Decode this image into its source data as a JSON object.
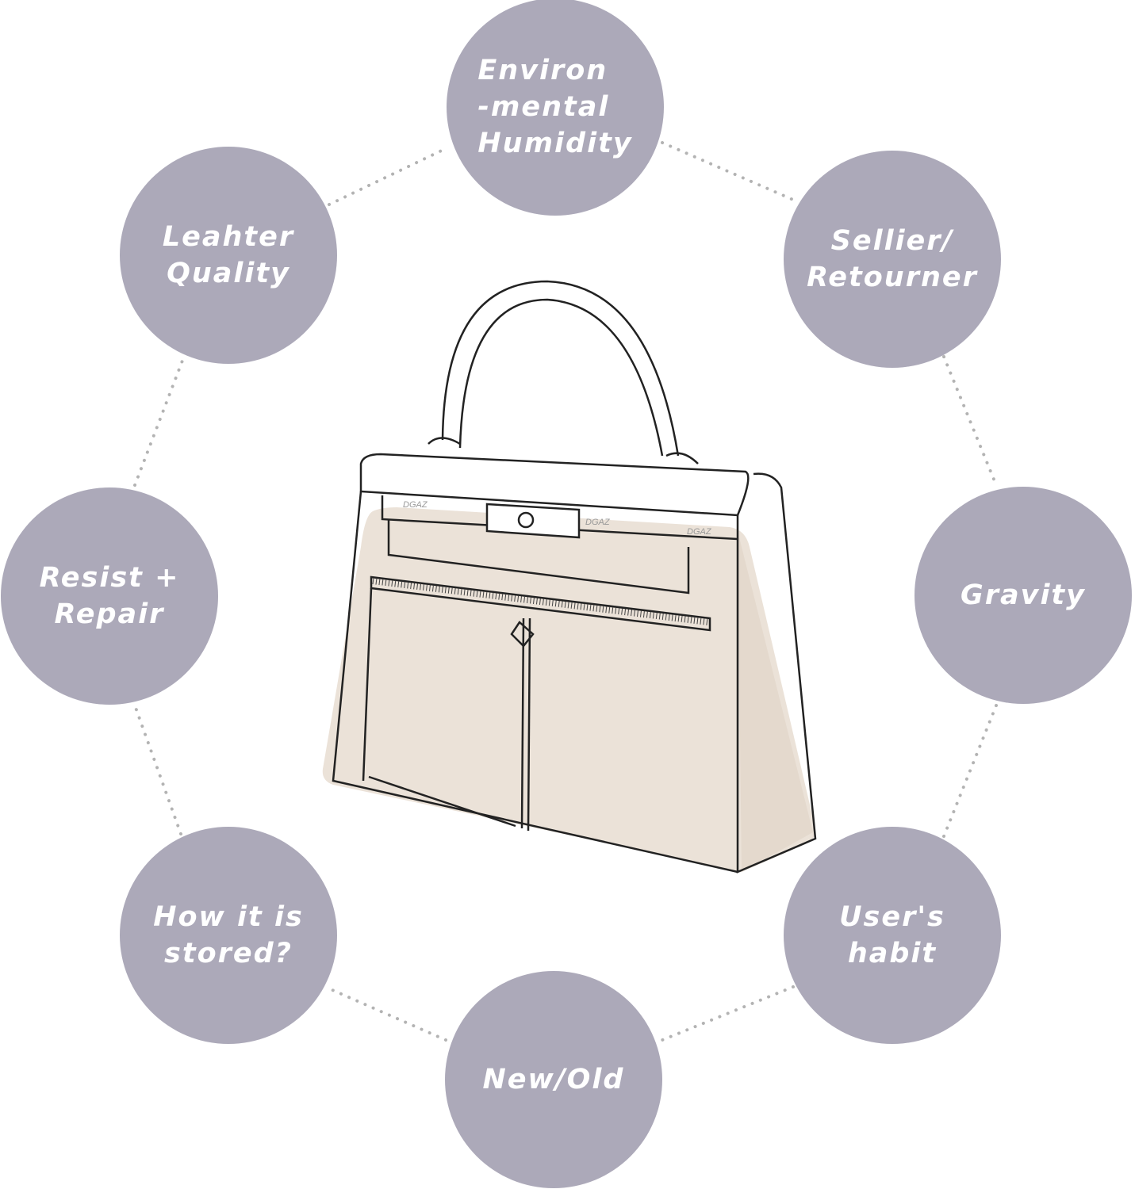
{
  "factors": [
    {
      "id": "humidity",
      "label": "Environ\n-mental\nHumidity"
    },
    {
      "id": "leather",
      "label": "Leahter\nQuality"
    },
    {
      "id": "sellier",
      "label": "Sellier/\nRetourner"
    },
    {
      "id": "resist",
      "label": "Resist +\nRepair"
    },
    {
      "id": "gravity",
      "label": "Gravity"
    },
    {
      "id": "stored",
      "label": "How it is\nstored?"
    },
    {
      "id": "habit",
      "label": "User's\nhabit"
    },
    {
      "id": "newold",
      "label": "New/Old"
    }
  ],
  "bag": {
    "watermark": "DGAZ"
  },
  "colors": {
    "bubble": "#aca9b9",
    "insert": "#ebe2d8",
    "dots": "#b3b3b3"
  }
}
